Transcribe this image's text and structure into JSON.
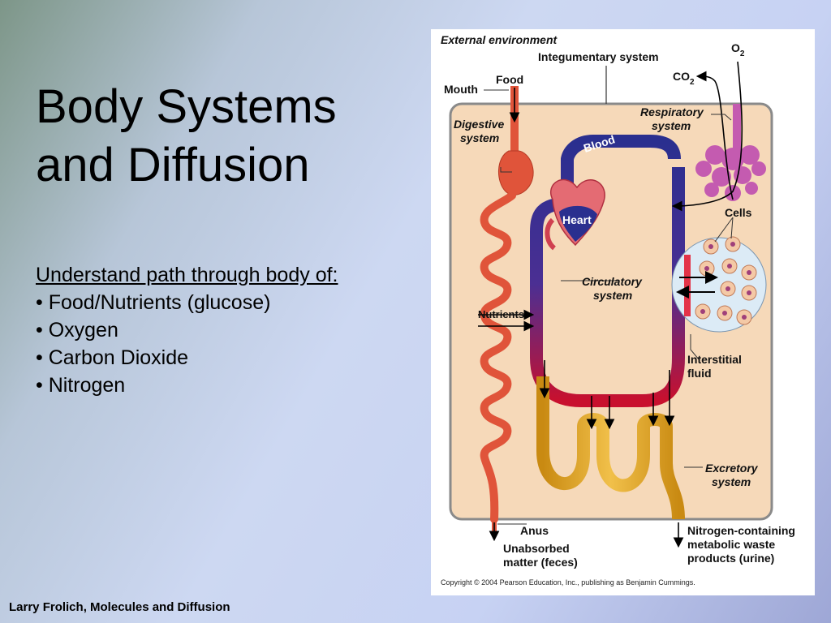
{
  "slide": {
    "title_line1": "Body Systems",
    "title_line2": "and Diffusion",
    "subtitle": "Understand path through body of:",
    "bullets": [
      "Food/Nutrients (glucose)",
      "Oxygen",
      "Carbon Dioxide",
      "Nitrogen"
    ],
    "footer": "Larry Frolich, Molecules and Diffusion"
  },
  "figure": {
    "labels": {
      "external_environment": "External environment",
      "integumentary_system": "Integumentary system",
      "o2": "O",
      "o2_sub": "2",
      "co2": "CO",
      "co2_sub": "2",
      "mouth": "Mouth",
      "food": "Food",
      "respiratory_line1": "Respiratory",
      "respiratory_line2": "system",
      "digestive_line1": "Digestive",
      "digestive_line2": "system",
      "blood": "Blood",
      "heart": "Heart",
      "cells": "Cells",
      "circulatory_line1": "Circulatory",
      "circulatory_line2": "system",
      "nutrients": "Nutrients",
      "interstitial_line1": "Interstitial",
      "interstitial_line2": "fluid",
      "excretory_line1": "Excretory",
      "excretory_line2": "system",
      "anus": "Anus",
      "unabsorbed_line1": "Unabsorbed",
      "unabsorbed_line2": "matter (feces)",
      "nitrogen_line1": "Nitrogen-containing",
      "nitrogen_line2": "metabolic waste",
      "nitrogen_line3": "products (urine)"
    },
    "copyright": "Copyright © 2004 Pearson Education, Inc., publishing as Benjamin Cummings.",
    "colors": {
      "body": "#f6d9b9",
      "gut": "#e0543a",
      "blood_oxygenated": "#c8102e",
      "blood_deoxygenated": "#2a2f8f",
      "kidney": "#d9a021",
      "lung": "#c45bb0",
      "cell_fluid": "#dcebf6"
    }
  }
}
